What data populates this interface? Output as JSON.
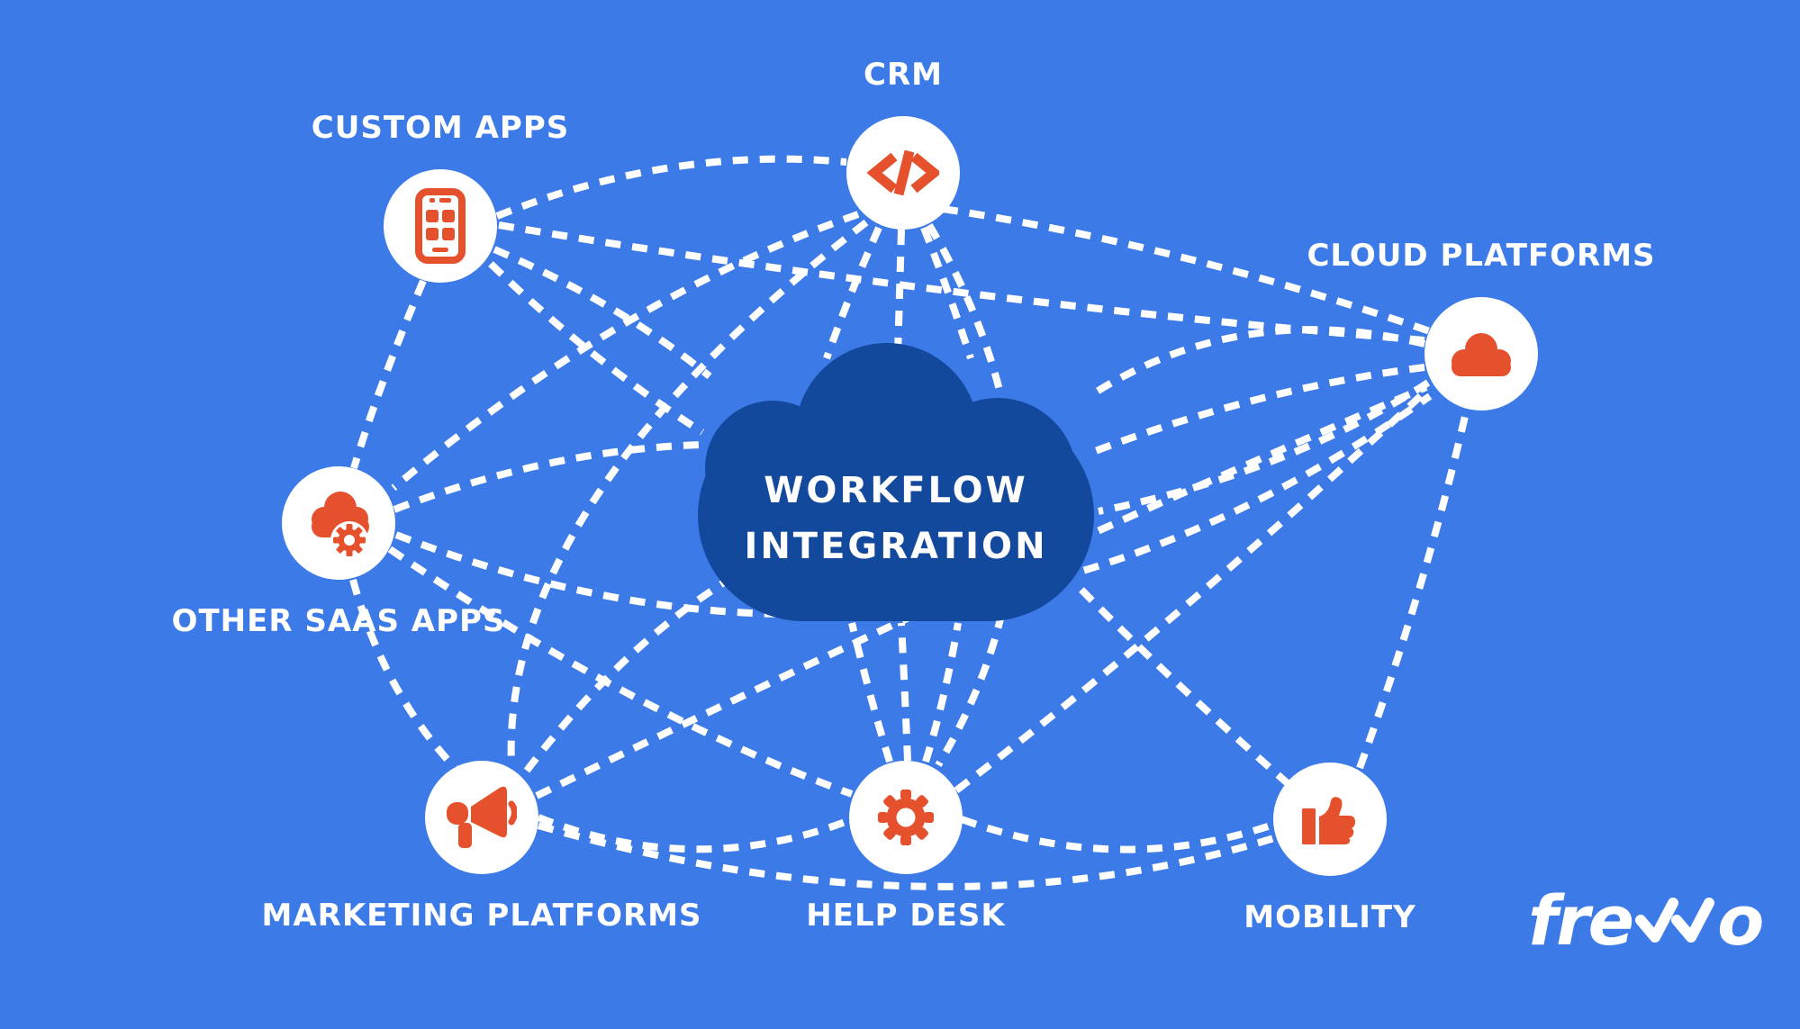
{
  "title": {
    "text": "WORKFLOW INTEGRATION",
    "line1": "WORKFLOW",
    "line2": "INTEGRATION"
  },
  "nodes": [
    {
      "id": "crm",
      "label": "CRM",
      "icon": "code-icon"
    },
    {
      "id": "custom-apps",
      "label": "CUSTOM APPS",
      "icon": "smartphone-icon"
    },
    {
      "id": "cloud-platforms",
      "label": "CLOUD PLATFORMS",
      "icon": "cloud-icon"
    },
    {
      "id": "other-saas-apps",
      "label": "OTHER SAAS APPS",
      "icon": "cloud-gear-icon"
    },
    {
      "id": "marketing-platforms",
      "label": "MARKETING PLATFORMS",
      "icon": "megaphone-icon"
    },
    {
      "id": "help-desk",
      "label": "HELP DESK",
      "icon": "gear-icon"
    },
    {
      "id": "mobility",
      "label": "MOBILITY",
      "icon": "thumbs-up-icon"
    }
  ],
  "connections": [
    [
      "custom-apps",
      "crm"
    ],
    [
      "custom-apps",
      "workflow-integration"
    ],
    [
      "custom-apps",
      "cloud-platforms"
    ],
    [
      "custom-apps",
      "other-saas-apps"
    ],
    [
      "crm",
      "workflow-integration"
    ],
    [
      "crm",
      "other-saas-apps"
    ],
    [
      "crm",
      "cloud-platforms"
    ],
    [
      "crm",
      "marketing-platforms"
    ],
    [
      "crm",
      "help-desk"
    ],
    [
      "cloud-platforms",
      "workflow-integration"
    ],
    [
      "help-desk",
      "cloud-platforms"
    ],
    [
      "mobility",
      "cloud-platforms"
    ],
    [
      "mobility",
      "workflow-integration"
    ],
    [
      "marketing-platforms",
      "help-desk"
    ],
    [
      "marketing-platforms",
      "workflow-integration"
    ],
    [
      "marketing-platforms",
      "cloud-platforms"
    ],
    [
      "marketing-platforms",
      "mobility"
    ],
    [
      "other-saas-apps",
      "help-desk"
    ],
    [
      "other-saas-apps",
      "marketing-platforms"
    ],
    [
      "other-saas-apps",
      "workflow-integration"
    ],
    [
      "help-desk",
      "workflow-integration"
    ],
    [
      "help-desk",
      "mobility"
    ]
  ],
  "logo": {
    "text": "frevvo",
    "prefix": "fre",
    "suffix": "o"
  },
  "colors": {
    "background": "#3c7ae8",
    "cloud": "#13499d",
    "accent": "#e5512d",
    "white": "#ffffff"
  }
}
